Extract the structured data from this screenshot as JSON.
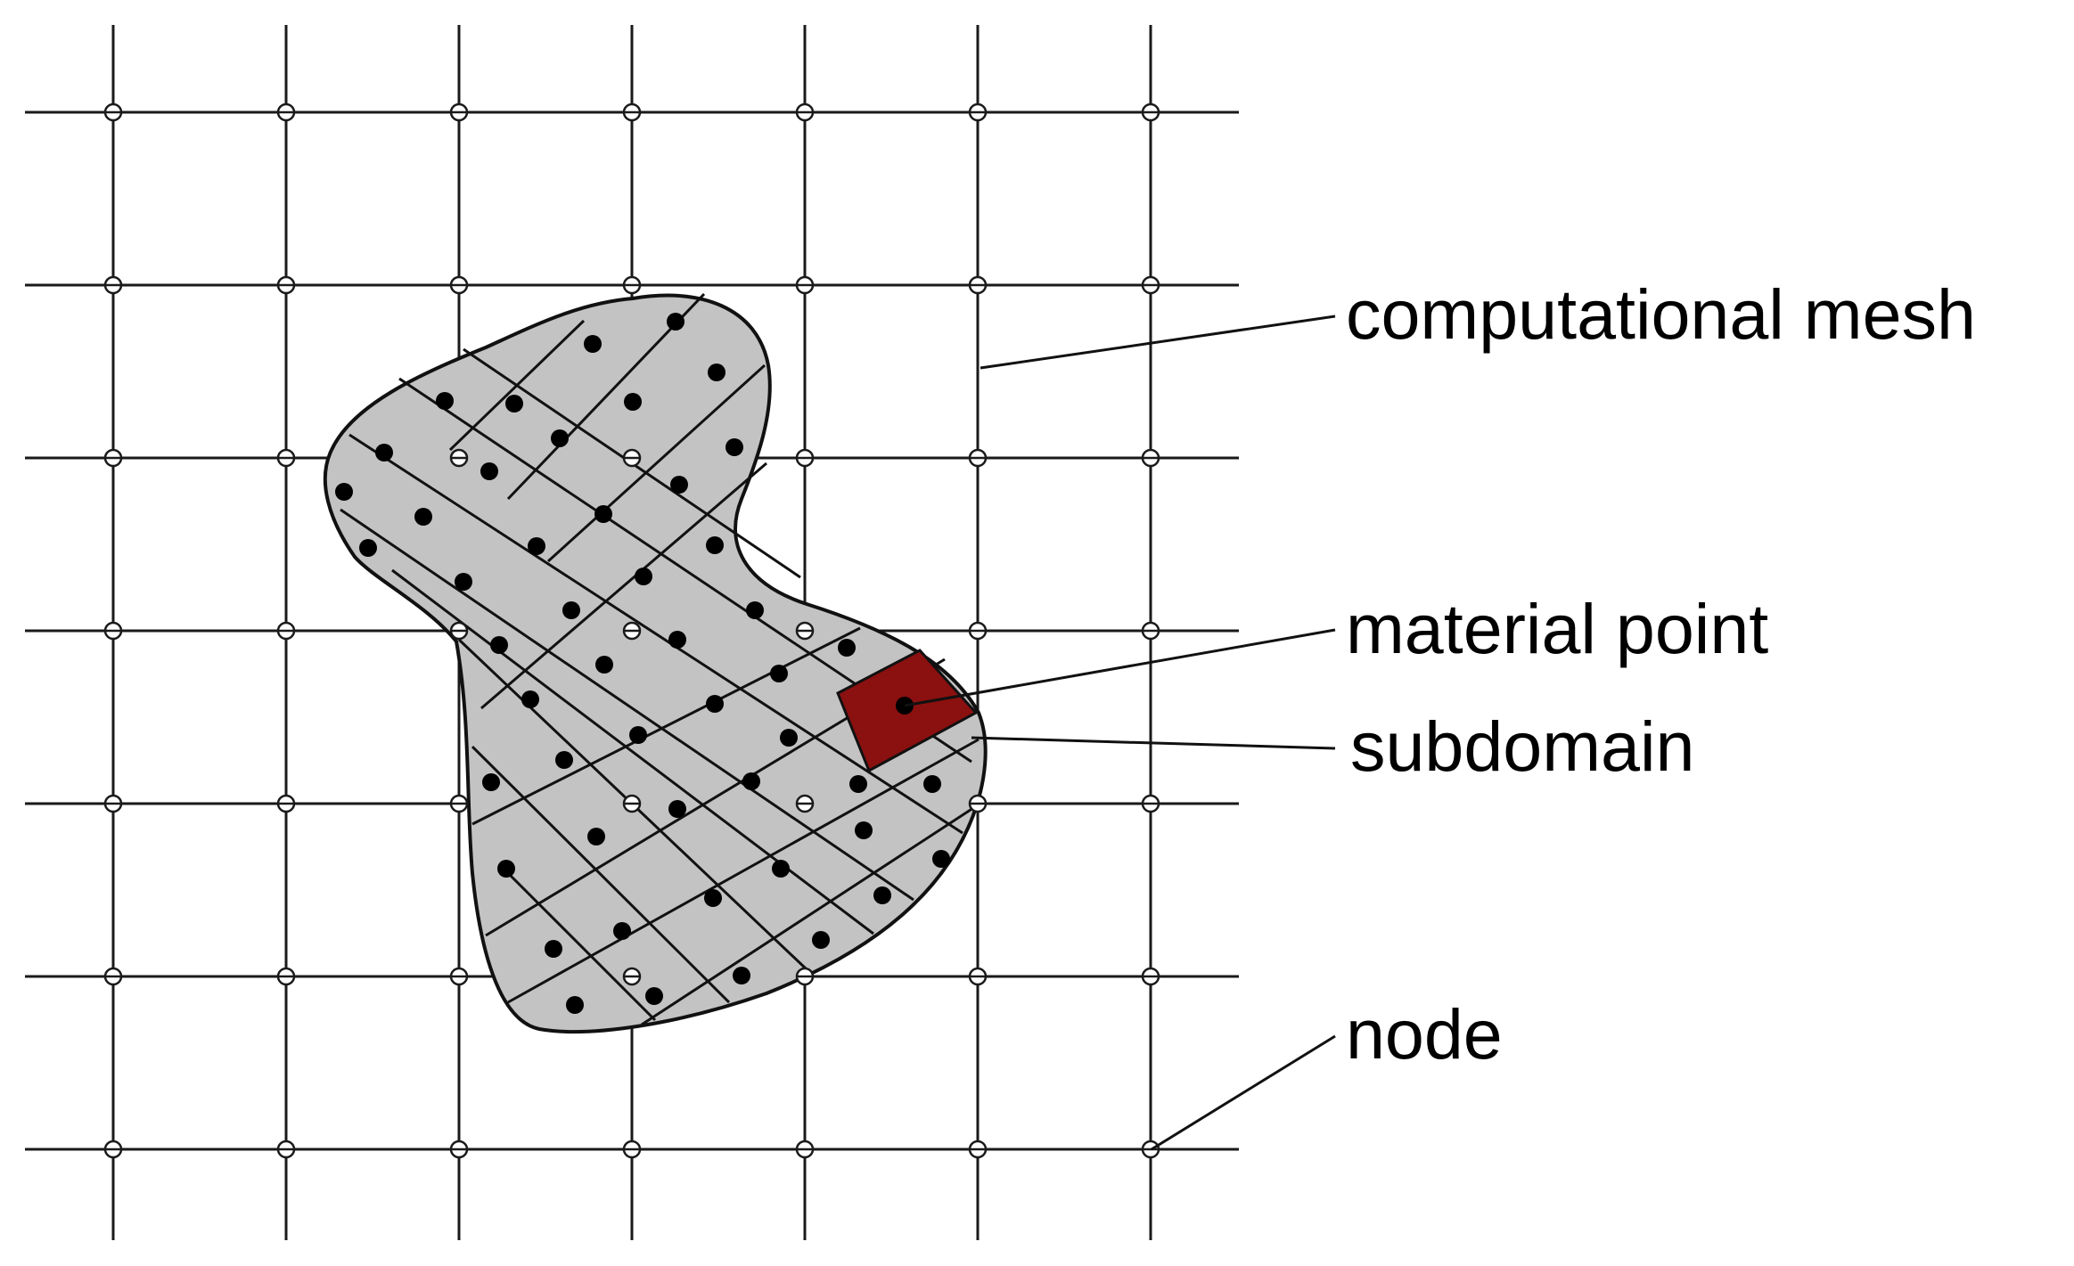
{
  "labels": {
    "computational_mesh": "computational mesh",
    "material_point": "material point",
    "subdomain": "subdomain",
    "node": "node"
  },
  "colors": {
    "background": "#ffffff",
    "mesh_line": "#1a1a1a",
    "body_fill": "#c3c3c3",
    "subdomain_fill": "#8b1010",
    "material_point": "#000000"
  }
}
